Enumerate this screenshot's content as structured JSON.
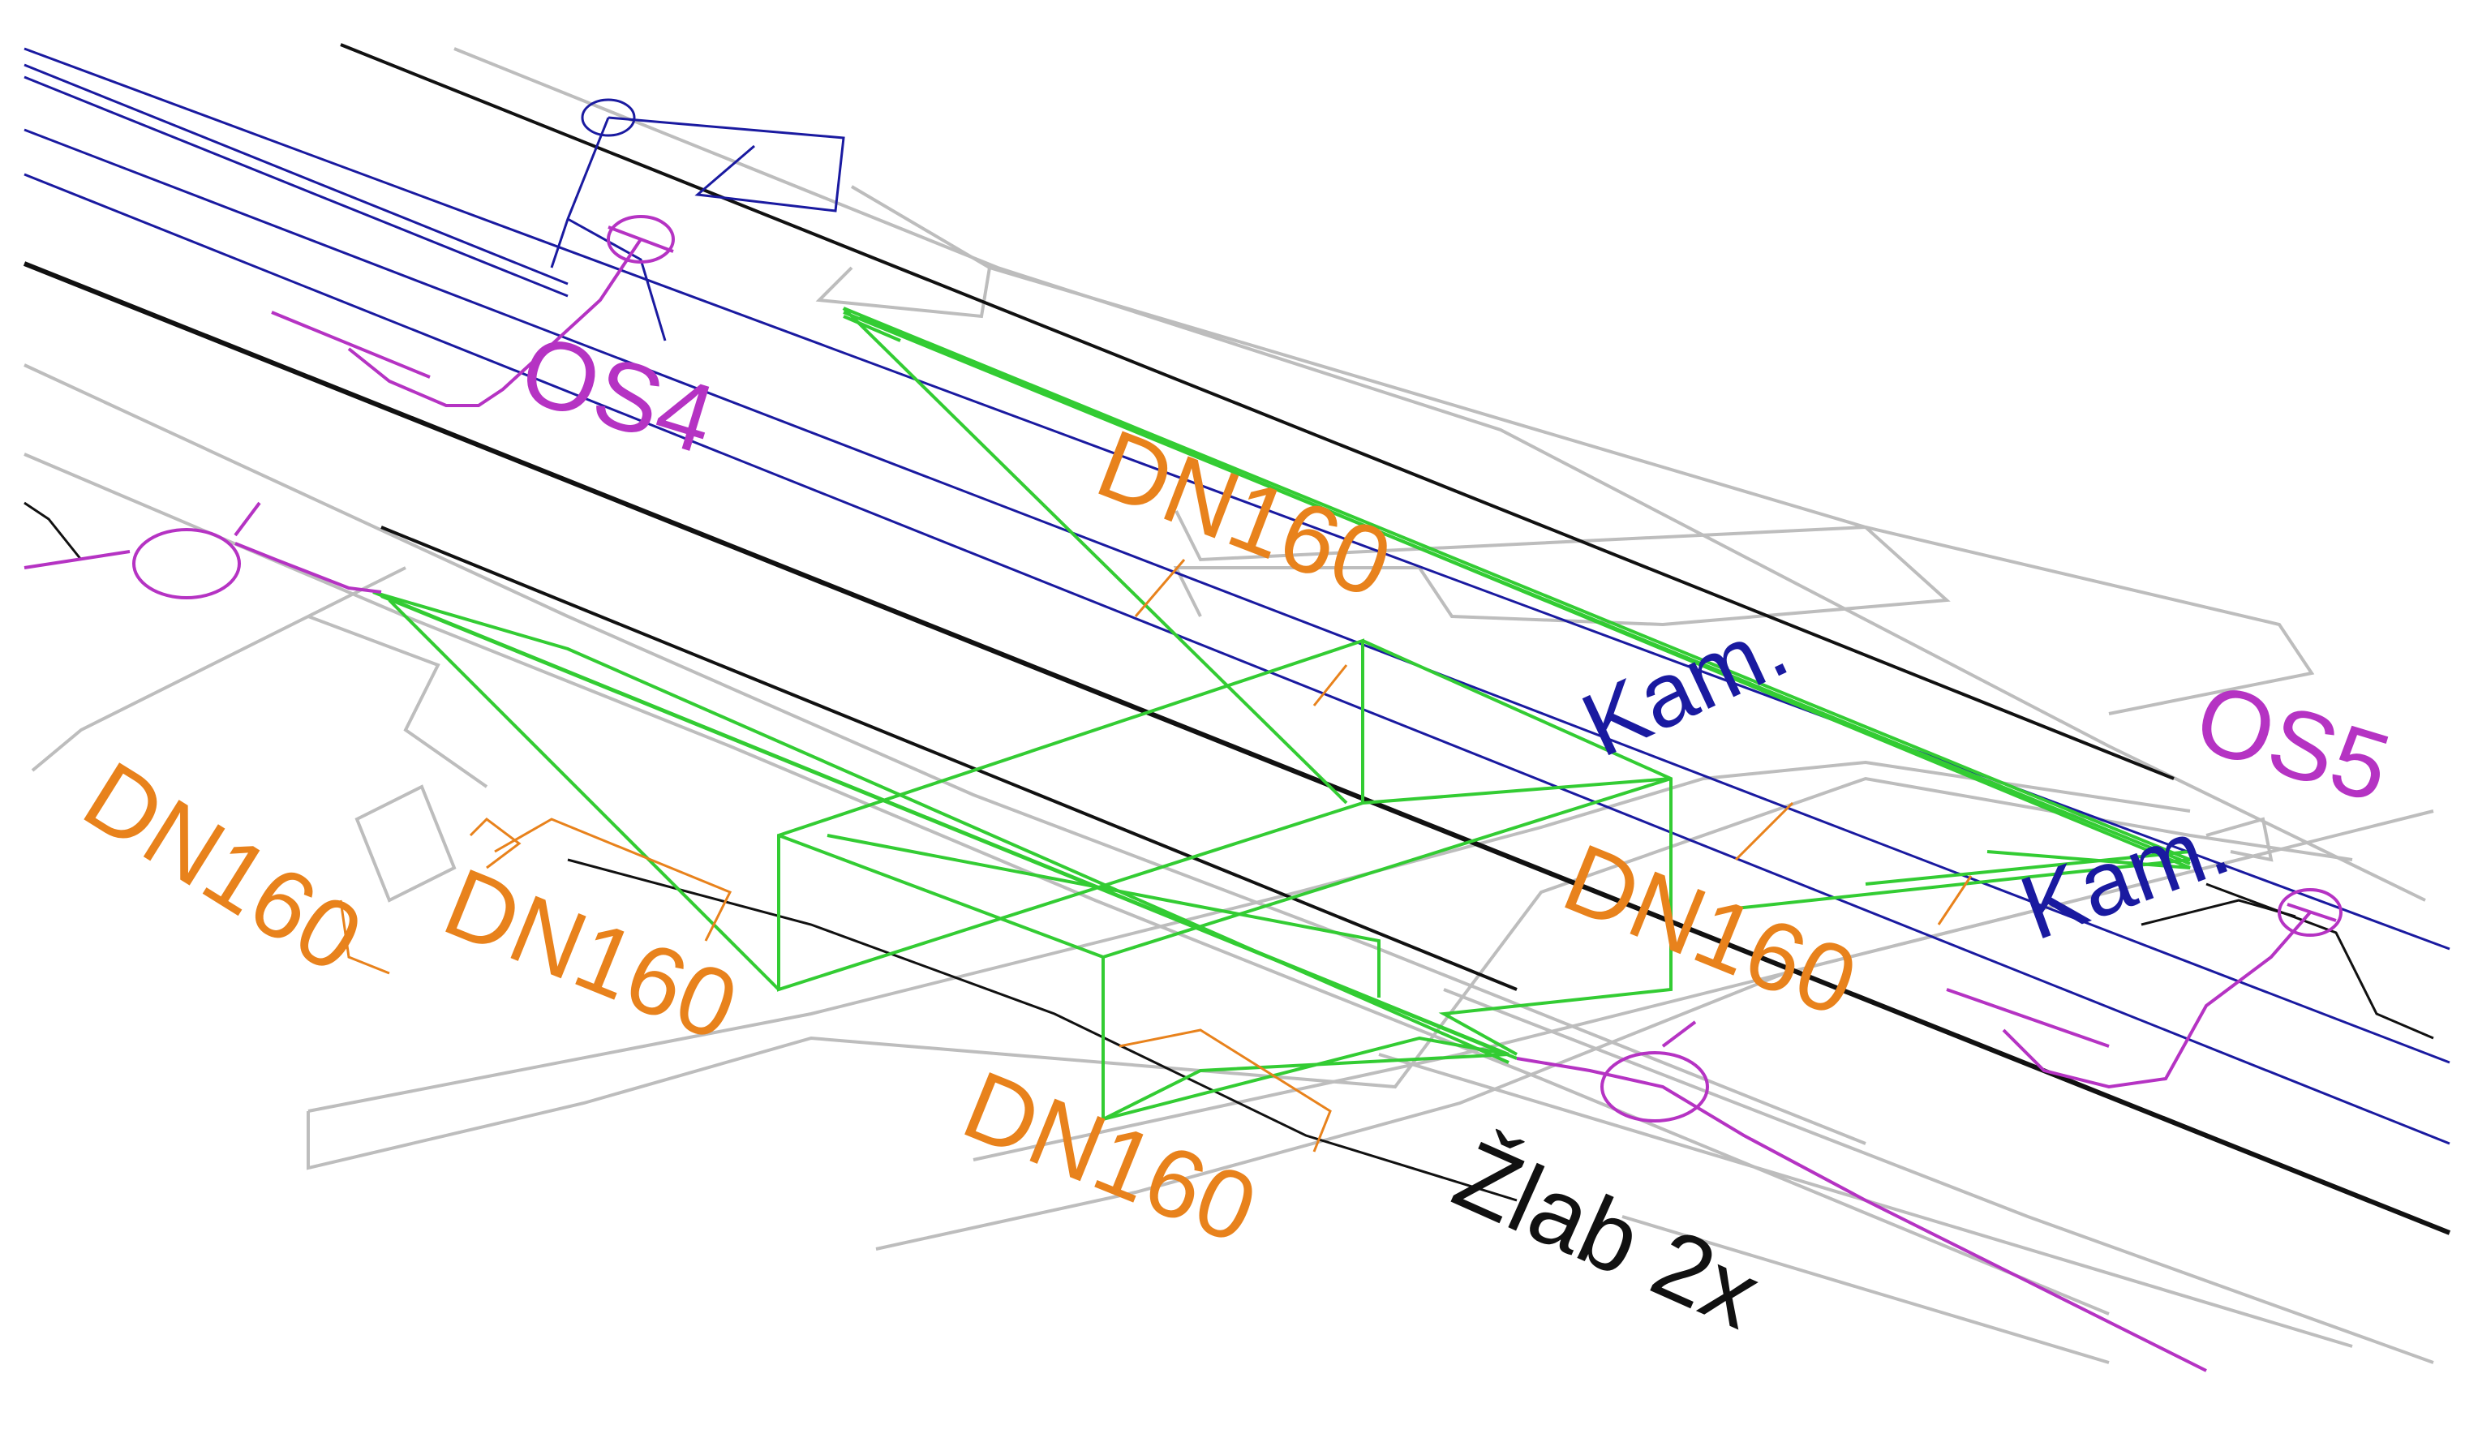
{
  "labels": {
    "os4": "OS4",
    "os5": "OS5",
    "dn160_top": "DN160",
    "dn160_left": "DN160",
    "dn160_left_mid": "DN160",
    "dn160_bottom": "DN160",
    "dn160_right": "DN160",
    "kam_upper": "Kam.",
    "kam_lower": "Kam.",
    "zlab": "Žlab 2x"
  },
  "colors": {
    "background": "#ffffff",
    "grey": "#bdbdbd",
    "black": "#111111",
    "blue": "#1a1aa0",
    "magenta": "#b533c3",
    "green": "#33cc33",
    "orange": "#e8821c"
  }
}
